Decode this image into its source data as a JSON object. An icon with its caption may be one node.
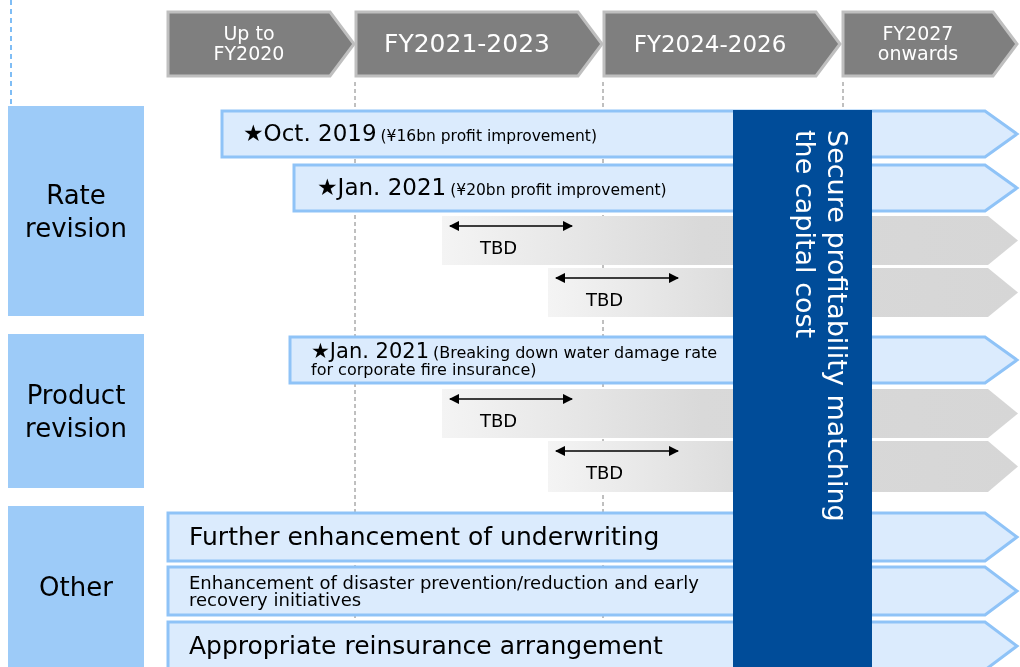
{
  "diagram": {
    "nodes": [
      {
        "text": [
          "Up to FY2020"
        ]
      },
      {
        "text": [
          "FY2021-2023"
        ]
      },
      {
        "text": [
          "FY2024-2026"
        ]
      },
      {
        "text": [
          "FY2027 onwards"
        ]
      },
      {
        "text": [
          "Rate revision"
        ]
      },
      {
        "text": [
          "Product revision"
        ]
      },
      {
        "text": [
          "Other"
        ]
      },
      {
        "text": [
          "★Oct. 2019",
          "(¥16bn profit improvement)"
        ]
      },
      {
        "text": [
          "★Jan. 2021",
          "(¥20bn profit improvement)"
        ]
      },
      {
        "text": [
          "TBD"
        ]
      },
      {
        "text": [
          "TBD"
        ]
      },
      {
        "text": [
          "★Jan. 2021",
          "(Breaking down water damage rate for corporate fire insurance)"
        ]
      },
      {
        "text": [
          "TBD"
        ]
      },
      {
        "text": [
          "TBD"
        ]
      },
      {
        "text": [
          "Further enhancement of underwriting"
        ]
      },
      {
        "text": [
          "Enhancement of disaster prevention/reduction and early recovery initiatives"
        ]
      },
      {
        "text": [
          "Appropriate reinsurance arrangement"
        ]
      },
      {
        "text": [
          "Secure profitability matching the capital cost"
        ]
      }
    ],
    "edges": []
  }
}
